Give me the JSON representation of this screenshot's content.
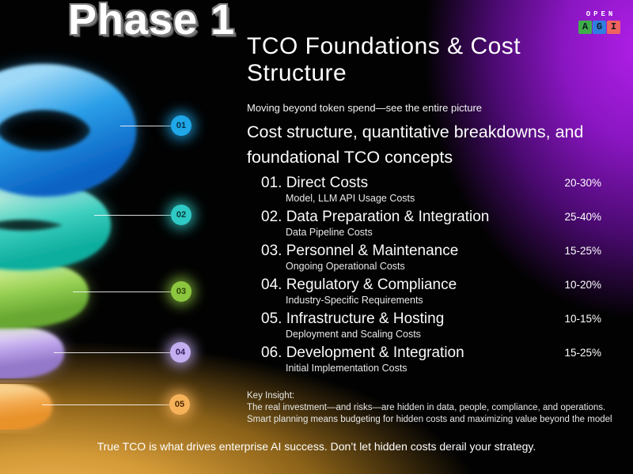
{
  "phase_label": "Phase 1",
  "logo": {
    "top": "OPEN",
    "blocks": [
      "A",
      "G",
      "I"
    ]
  },
  "header": {
    "title": "TCO Foundations & Cost Structure",
    "tagline": "Moving beyond token spend—see the entire picture",
    "subtitle": "Cost structure, quantitative breakdowns, and foundational TCO concepts"
  },
  "list": {
    "items": [
      {
        "number": "01.",
        "title": "Direct Costs",
        "sub": "Model, LLM API Usage Costs",
        "pct": "20-30%"
      },
      {
        "number": "02.",
        "title": "Data Preparation & Integration",
        "sub": "Data Pipeline Costs",
        "pct": "25-40%"
      },
      {
        "number": "03.",
        "title": "Personnel & Maintenance",
        "sub": "Ongoing Operational Costs",
        "pct": "15-25%"
      },
      {
        "number": "04.",
        "title": "Regulatory & Compliance",
        "sub": "Industry-Specific Requirements",
        "pct": "10-20%"
      },
      {
        "number": "05.",
        "title": "Infrastructure & Hosting",
        "sub": "Deployment and Scaling Costs",
        "pct": "10-15%"
      },
      {
        "number": "06.",
        "title": "Development & Integration",
        "sub": "Initial Implementation Costs",
        "pct": "15-25%"
      }
    ]
  },
  "spiral": {
    "badges": [
      {
        "label": "01",
        "color": "#1fa7e8"
      },
      {
        "label": "02",
        "color": "#2fc9c5"
      },
      {
        "label": "03",
        "color": "#8cc63f"
      },
      {
        "label": "04",
        "color": "#c3aef0"
      },
      {
        "label": "05",
        "color": "#f6b259"
      }
    ],
    "ring_colors": [
      "#2b9fe8",
      "#3ecfc0",
      "#94cf52",
      "#b9a0e8",
      "#f3a94e"
    ]
  },
  "key_insight": {
    "label": "Key Insight:",
    "line1": "The real investment—and risks—are hidden in data, people, compliance, and operations.",
    "line2": "Smart planning means budgeting for hidden costs and maximizing value beyond the model"
  },
  "footer": {
    "text": "True TCO is what drives enterprise AI success. Don’t let hidden costs derail your strategy."
  },
  "palette": {
    "background": "#020202",
    "accent_purple": "#b01fe8",
    "accent_gold": "#f2b659",
    "logo_green": "#3fae4a",
    "logo_blue": "#2f7fe0",
    "logo_red": "#ef6360"
  }
}
